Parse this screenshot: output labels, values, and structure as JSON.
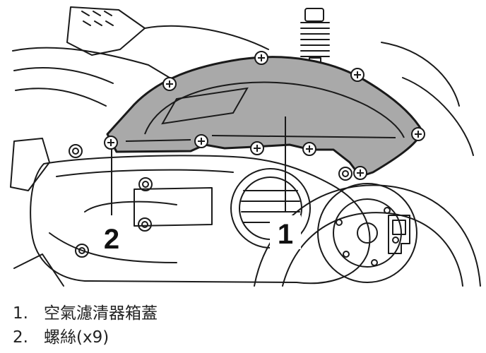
{
  "callouts": {
    "part1": "1",
    "part2": "2"
  },
  "legend": [
    {
      "number": "1.",
      "text": "空氣濾清器箱蓋"
    },
    {
      "number": "2.",
      "text": "螺絲(x9)"
    }
  ],
  "colors": {
    "line": "#1a1a1a",
    "cover_fill": "#a9a9a9",
    "background": "#ffffff"
  }
}
